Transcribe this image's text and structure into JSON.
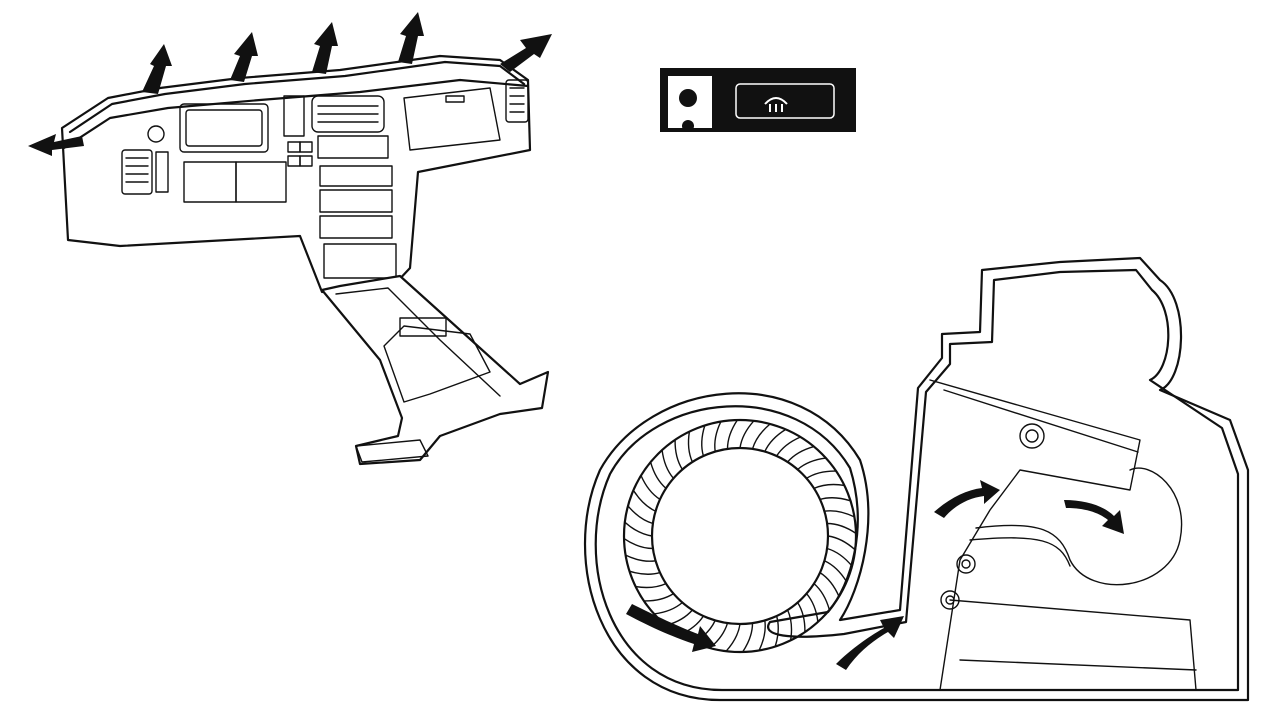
{
  "figure": {
    "colors": {
      "ink": "#111111",
      "paper": "#ffffff"
    },
    "parts": [
      {
        "id": "dashboard",
        "icon": "dashboard-vents-drawing"
      },
      {
        "id": "defroster-switch",
        "icon": "windshield-defrost-icon"
      },
      {
        "id": "blower-housing",
        "icon": "centrifugal-fan-drawing"
      }
    ]
  }
}
